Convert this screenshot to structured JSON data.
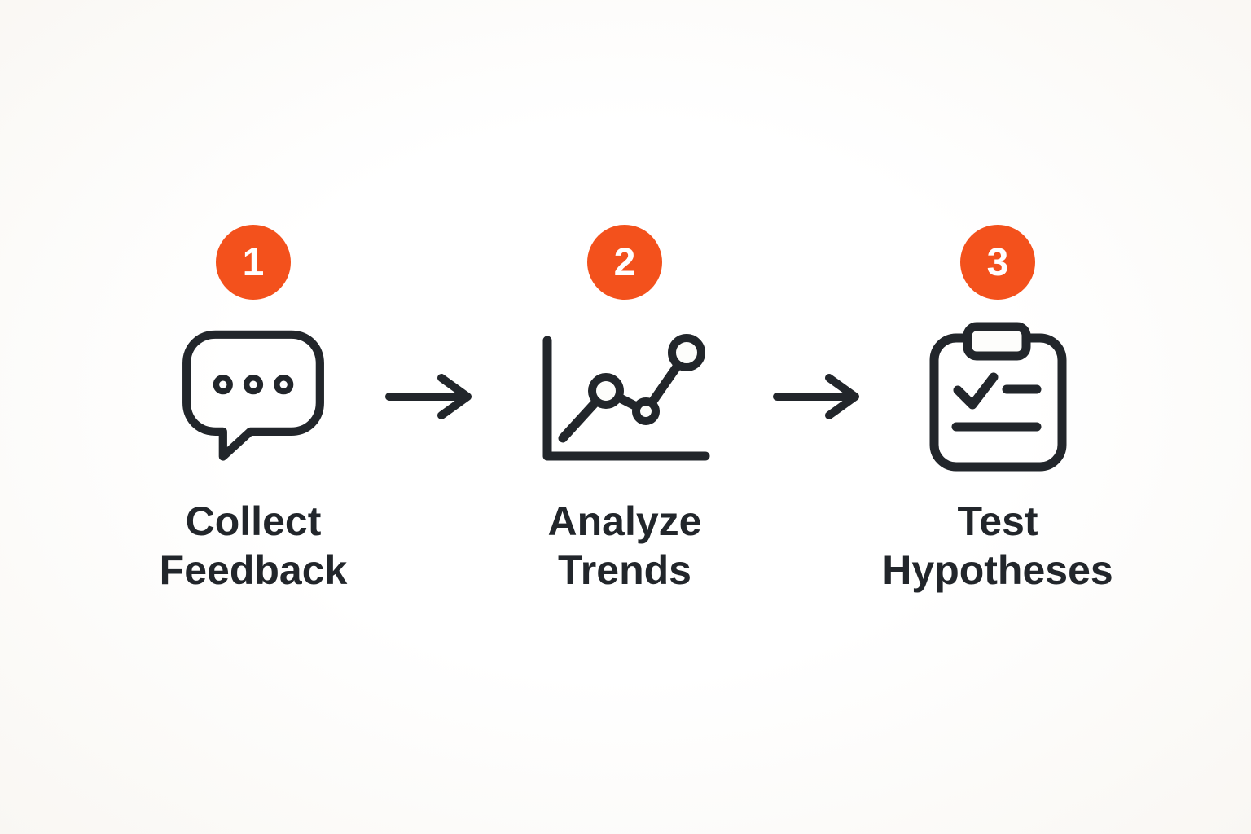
{
  "figure": {
    "type": "process-flow-diagram",
    "background_color": "#f9f7f3",
    "ink_color": "#22262b",
    "accent_color": "#f3511c"
  },
  "steps": [
    {
      "number": "1",
      "label": [
        "Collect",
        "Feedback"
      ],
      "icon": "speech-bubble-icon"
    },
    {
      "number": "2",
      "label": [
        "Analyze",
        "Trends"
      ],
      "icon": "trend-chart-icon"
    },
    {
      "number": "3",
      "label": [
        "Test",
        "Hypotheses"
      ],
      "icon": "clipboard-check-icon"
    }
  ],
  "connectors": [
    {
      "icon": "right-arrow-icon"
    },
    {
      "icon": "right-arrow-icon"
    }
  ]
}
